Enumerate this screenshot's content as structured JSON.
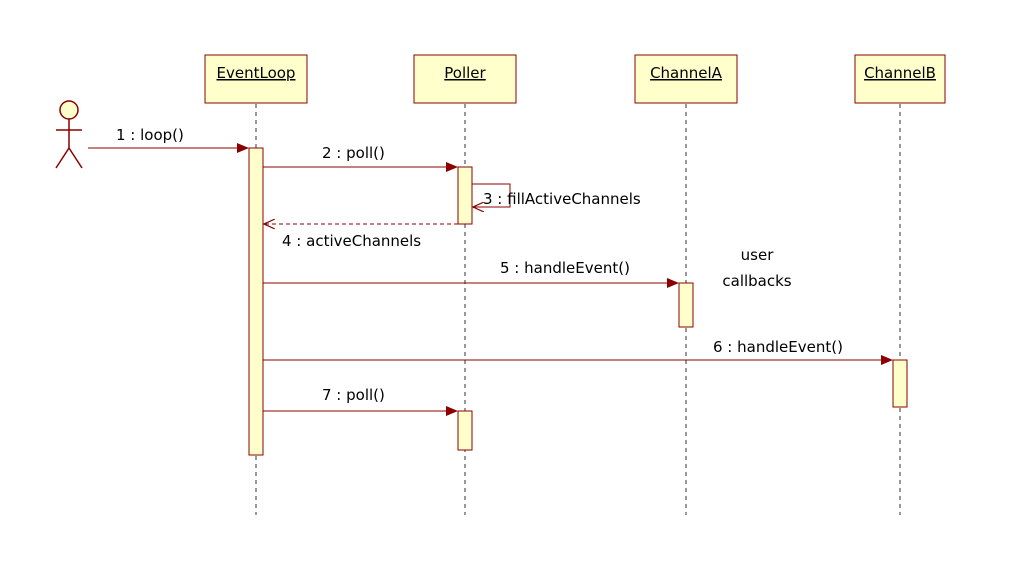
{
  "colors": {
    "box_fill": "#ffffcc",
    "box_stroke": "#8b0000",
    "message_line": "#8b0000",
    "lifeline": "#333333",
    "actor": "#8b0000"
  },
  "objects": [
    {
      "name": "EventLoop"
    },
    {
      "name": "Poller"
    },
    {
      "name": "ChannelA"
    },
    {
      "name": "ChannelB"
    }
  ],
  "actor": {
    "name": ""
  },
  "messages": [
    {
      "label": "1 : loop()",
      "from": "actor",
      "to": "EventLoop",
      "type": "sync"
    },
    {
      "label": "2 : poll()",
      "from": "EventLoop",
      "to": "Poller",
      "type": "sync"
    },
    {
      "label": "3 : fillActiveChannels",
      "from": "Poller",
      "to": "Poller",
      "type": "self"
    },
    {
      "label": "4 : activeChannels",
      "from": "Poller",
      "to": "EventLoop",
      "type": "return"
    },
    {
      "label": "5 : handleEvent()",
      "from": "EventLoop",
      "to": "ChannelA",
      "type": "sync"
    },
    {
      "label": "6 : handleEvent()",
      "from": "EventLoop",
      "to": "ChannelB",
      "type": "sync"
    },
    {
      "label": "7 : poll()",
      "from": "EventLoop",
      "to": "Poller",
      "type": "sync"
    }
  ],
  "note": {
    "line1": "user",
    "line2": "callbacks"
  }
}
